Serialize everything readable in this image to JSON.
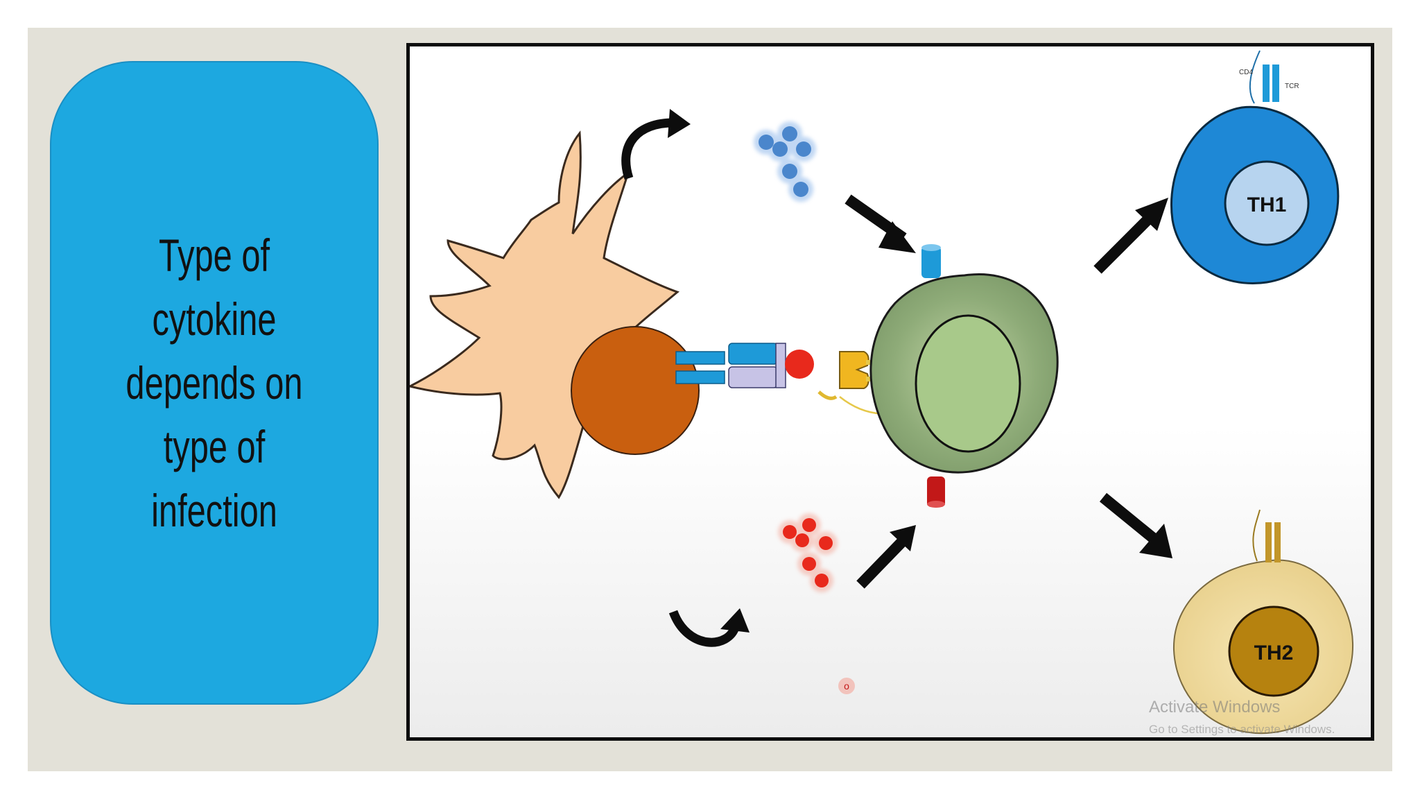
{
  "card": {
    "lines": [
      "Type of",
      "cytokine",
      "depends on",
      "type of",
      "infection"
    ]
  },
  "diagram": {
    "th1_label": "TH1",
    "th2_label": "TH2",
    "cd4_label": "CD4",
    "tcr_label": "TCR",
    "small_marker": "o"
  },
  "watermark": {
    "title": "Activate Windows",
    "subtitle": "Go to Settings to activate Windows."
  },
  "colors": {
    "card": "#1da8e0",
    "dendritic_cell": "#f8cca0",
    "dendritic_nucleus": "#c95f0f",
    "naive_cell": "#8aa773",
    "th1": "#1e88d6",
    "th2": "#f0dca4",
    "cytokine_blue": "#4a86cc",
    "cytokine_red": "#e8291c"
  }
}
